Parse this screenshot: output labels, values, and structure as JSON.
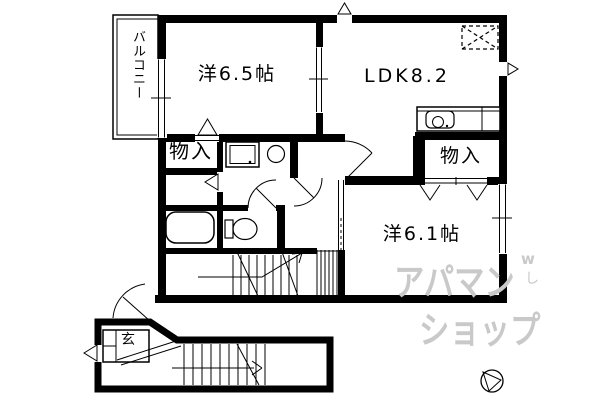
{
  "colors": {
    "line": "#000000",
    "background": "#ffffff",
    "watermark": "#c9c9c9"
  },
  "rooms": {
    "balcony": {
      "label": "バルコニー"
    },
    "bedroom1": {
      "label": "洋6.5帖"
    },
    "ldk": {
      "label": "LDK8.2"
    },
    "bedroom2": {
      "label": "洋6.1帖"
    },
    "closet_west": {
      "label": "物入"
    },
    "closet_east": {
      "label": "物入"
    },
    "entrance": {
      "label": "玄"
    }
  },
  "watermark": {
    "line1": "アパマン",
    "line2": "ショップ",
    "mark1": "w",
    "mark2": "し"
  }
}
